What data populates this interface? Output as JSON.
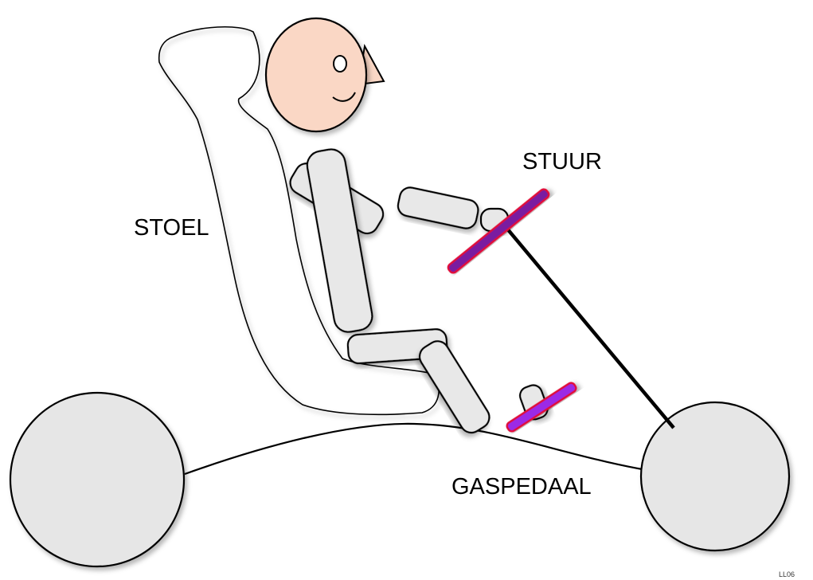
{
  "labels": {
    "seat": "STOEL",
    "steering_wheel": "STUUR",
    "gas_pedal": "GASPEDAAL",
    "signature": "LL06"
  },
  "colors": {
    "head_fill": "#fad7c5",
    "limb_fill": "#e8e8e8",
    "wheel_fill": "#e6e6e6",
    "steering_fill": "#7a1aa0",
    "steering_edge": "#e0103a",
    "pedal_fill": "#9b2be6",
    "pedal_edge": "#e0103a"
  }
}
